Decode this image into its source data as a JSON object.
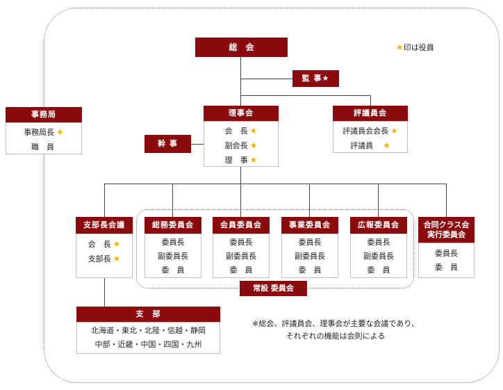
{
  "legend": {
    "star": "★",
    "text": "印は役員"
  },
  "general_meeting": "総　会",
  "auditor": "監 事★",
  "board": {
    "title": "理事会",
    "members": [
      {
        "role": "会　長",
        "star": "★"
      },
      {
        "role": "副会長",
        "star": "★"
      },
      {
        "role": "理　事",
        "star": "★"
      }
    ]
  },
  "secretary": "幹 事",
  "council": {
    "title": "評議員会",
    "members": [
      {
        "role": "評議員会会長",
        "star": "★"
      },
      {
        "role": "評議員　",
        "star": "★"
      }
    ]
  },
  "office": {
    "title": "事務局",
    "members": [
      {
        "role": "事務局長",
        "star": "★"
      },
      {
        "role": "職　員",
        "star": ""
      }
    ]
  },
  "branch_chiefs": {
    "title": "支部長会議",
    "members": [
      {
        "role": "会　長",
        "star": "★"
      },
      {
        "role": "支部長",
        "star": "★"
      }
    ]
  },
  "committees": [
    {
      "title": "総務委員会",
      "members": [
        "委員長",
        "副委員長",
        "委　員"
      ]
    },
    {
      "title": "会員委員会",
      "members": [
        "委員長",
        "副委員長",
        "委　員"
      ]
    },
    {
      "title": "事業委員会",
      "members": [
        "委員長",
        "副委員長",
        "委　員"
      ]
    },
    {
      "title": "広報委員会",
      "members": [
        "委員長",
        "副委員長",
        "委　員"
      ]
    }
  ],
  "standing_label": "常設 委員会",
  "joint_committee": {
    "title_line1": "合同クラス会",
    "title_line2": "実行委員会",
    "members": [
      "委員長",
      "委　員"
    ]
  },
  "branches": {
    "title": "支　部",
    "line1": "北海道・東北・北陸・信越・静岡",
    "line2": "中部・近畿・中国・四国・九州"
  },
  "note": {
    "line1": "※総会、評議員会、理事会が主要な会議であり、",
    "line2": "それぞれの機能は会則による"
  }
}
